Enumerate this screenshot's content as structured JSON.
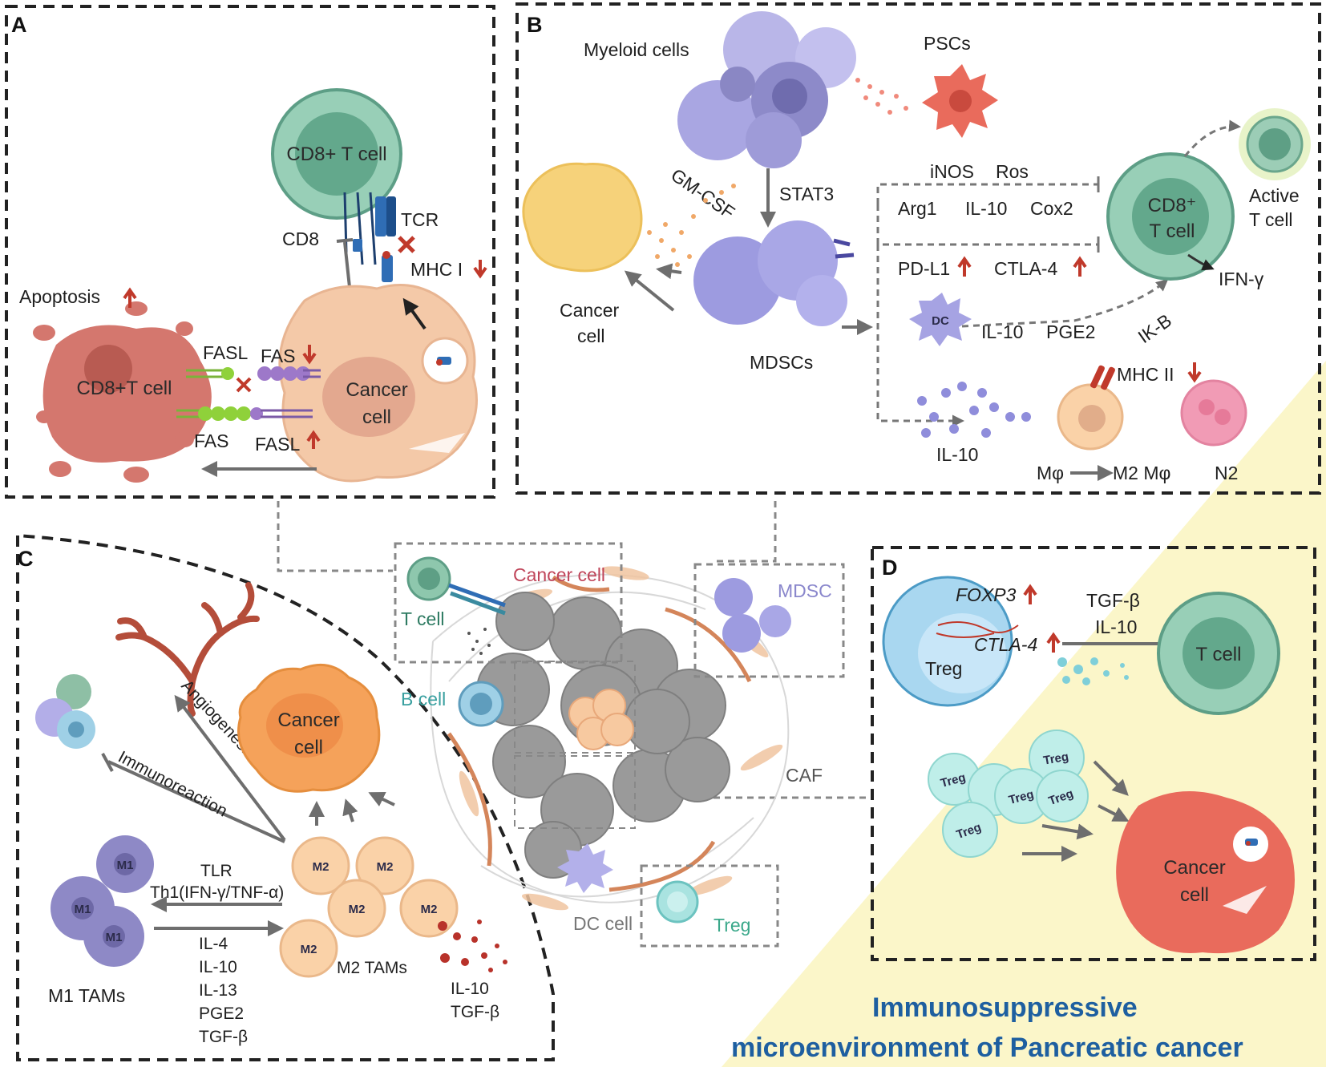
{
  "colors": {
    "accent_title": "#1e5fa0",
    "up_arrow": "#c0392b",
    "tcell_green": "#6fb59a",
    "cancer_peach": "#f4c9a8",
    "cancer_orange": "#f5a25a",
    "mdsc_purple": "#9d9be0",
    "apoptotic_red": "#d4776e",
    "treg_teal": "#a9e3e0",
    "background_yellow": "#fbf6c9"
  },
  "panelA": {
    "letter": "A",
    "cd8_tcell": "CD8+ T cell",
    "tcr": "TCR",
    "cd8": "CD8",
    "mhc1": "MHC I",
    "apoptosis": "Apoptosis",
    "dying_cell": "CD8+T cell",
    "fasl_top": "FASL",
    "fas_top": "FAS",
    "fas_bottom": "FAS",
    "fasl_bottom": "FASL",
    "cancer_line1": "Cancer",
    "cancer_line2": "cell"
  },
  "panelB": {
    "letter": "B",
    "myeloid": "Myeloid cells",
    "pscs": "PSCs",
    "gmcsf": "GM-CSF",
    "stat3": "STAT3",
    "inos": "iNOS",
    "ros": "Ros",
    "arg1": "Arg1",
    "il10_a": "IL-10",
    "cox2": "Cox2",
    "pdl1": "PD-L1",
    "ctla4": "CTLA-4",
    "cd8_line1": "CD8⁺",
    "cd8_line2": "T cell",
    "active_line1": "Active",
    "active_line2": "T cell",
    "ifng": "IFN-γ",
    "dc": "DC",
    "il10_b": "IL-10",
    "pge2": "PGE2",
    "ikb": "IK-B",
    "mdscs": "MDSCs",
    "cancer_line1": "Cancer",
    "cancer_line2": "cell",
    "mhc2": "MHC II",
    "il10_c": "IL-10",
    "mphi": "Mφ",
    "m2mphi": "M2 Mφ",
    "n2": "N2"
  },
  "panelC": {
    "letter": "C",
    "cancer_line1": "Cancer",
    "cancer_line2": "cell",
    "angiogenesis": "Angiogenesis",
    "immunoreaction": "Immunoreaction",
    "tlr": "TLR",
    "th1": "Th1(IFN-γ/TNF-α)",
    "cytokines_left": [
      "IL-4",
      "IL-10",
      "IL-13",
      "PGE2",
      "TGF-β"
    ],
    "cytokines_right": [
      "IL-10",
      "TGF-β"
    ],
    "m1_tams": "M1 TAMs",
    "m2_tams": "M2 TAMs",
    "m1": "M1",
    "m2": "M2"
  },
  "center": {
    "tcell": "T cell",
    "cancer": "Cancer cell",
    "mdsc": "MDSC",
    "bcell": "B cell",
    "caf": "CAF",
    "dc": "DC cell",
    "treg": "Treg"
  },
  "panelD": {
    "letter": "D",
    "foxp3": "FOXP3",
    "ctla4": "CTLA-4",
    "treg": "Treg",
    "tgfb": "TGF-β",
    "il10": "IL-10",
    "tcell": "T cell",
    "cancer_line1": "Cancer",
    "cancer_line2": "cell",
    "treg_small": "Treg"
  },
  "title": {
    "line1": "Immunosuppressive",
    "line2": "microenvironment of Pancreatic cancer"
  }
}
